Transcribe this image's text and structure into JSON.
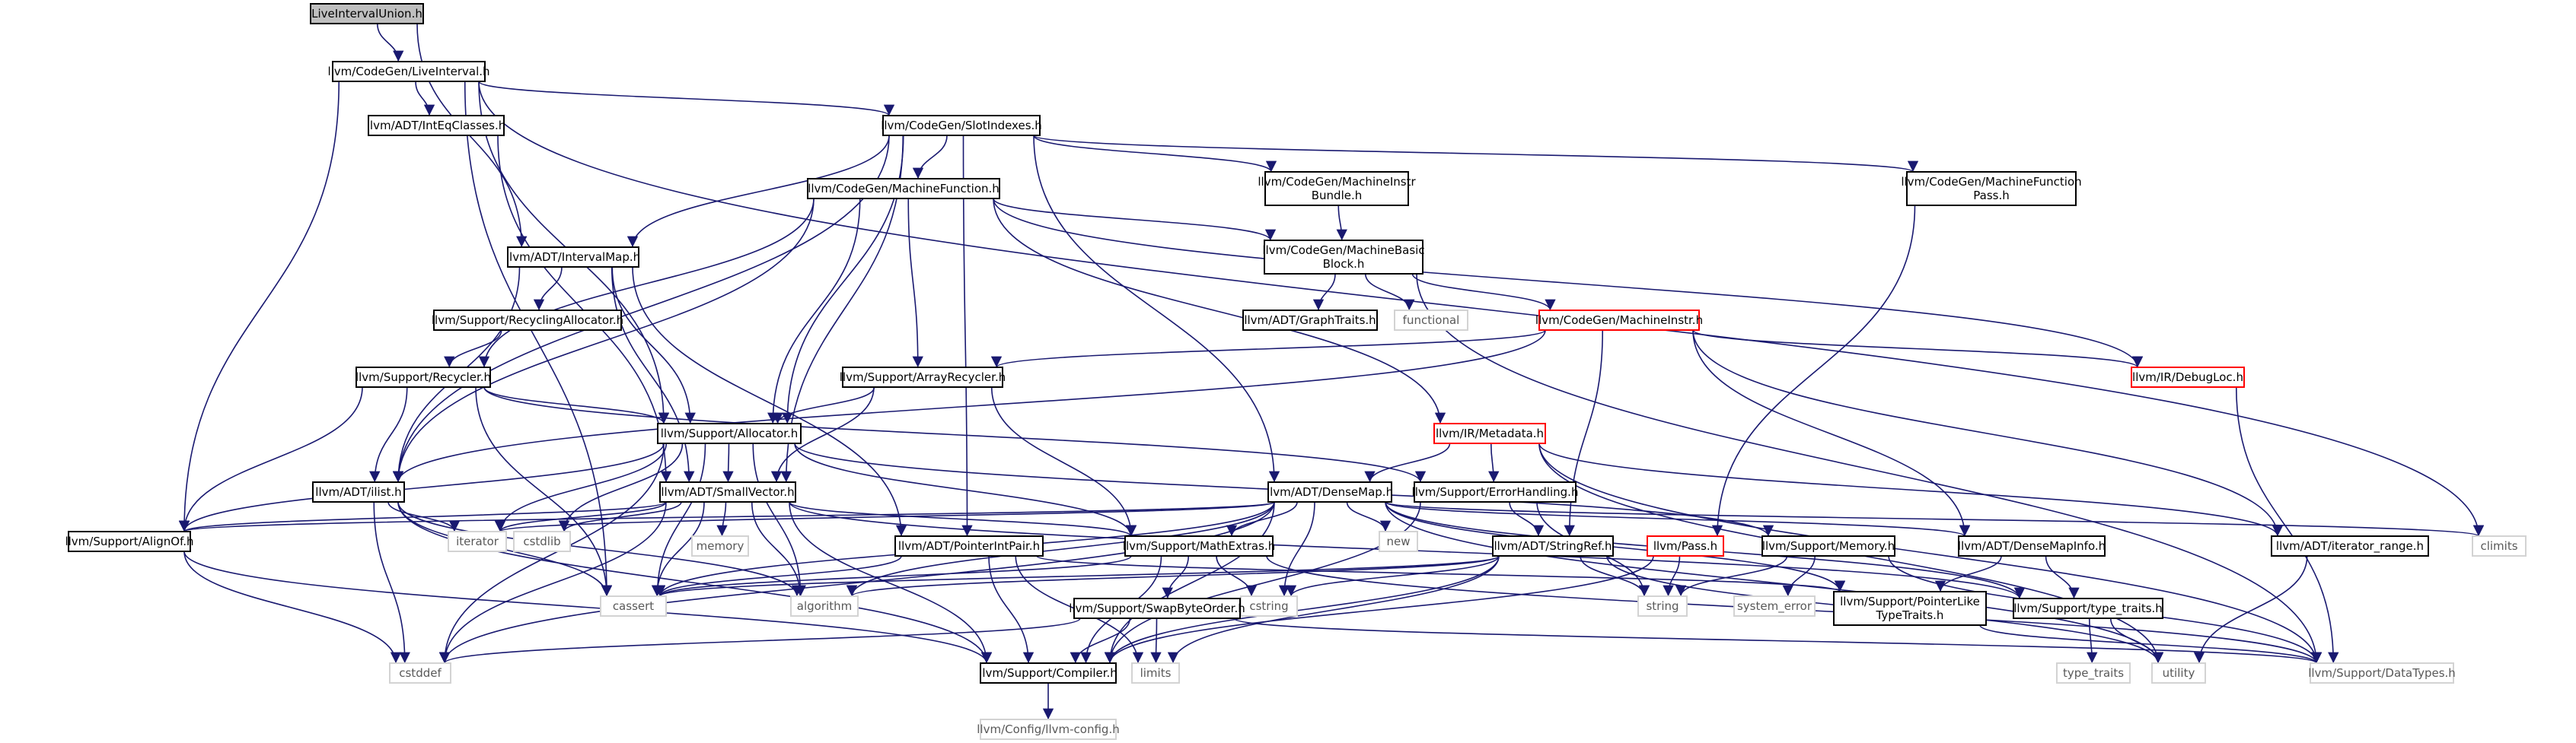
{
  "colors": {
    "edge": "#191970",
    "border_normal": "#000000",
    "border_missing": "#d3d3d3",
    "border_truncated": "#ff0000",
    "fill_root": "#bfbfbf",
    "fill_normal": "#ffffff",
    "text_normal": "#000000",
    "text_missing": "#595959"
  },
  "nodes": [
    {
      "id": "root",
      "label": [
        "LiveIntervalUnion.h"
      ],
      "style": "root"
    },
    {
      "id": "liveinterval",
      "label": [
        "llvm/CodeGen/LiveInterval.h"
      ],
      "style": "normal"
    },
    {
      "id": "inteqclasses",
      "label": [
        "llvm/ADT/IntEqClasses.h"
      ],
      "style": "normal"
    },
    {
      "id": "slotindexes",
      "label": [
        "llvm/CodeGen/SlotIndexes.h"
      ],
      "style": "normal"
    },
    {
      "id": "machinefunction",
      "label": [
        "llvm/CodeGen/MachineFunction.h"
      ],
      "style": "normal"
    },
    {
      "id": "machineinstrbundle",
      "label": [
        "llvm/CodeGen/MachineInstr",
        "Bundle.h"
      ],
      "style": "normal"
    },
    {
      "id": "mfpass",
      "label": [
        "llvm/CodeGen/MachineFunction",
        "Pass.h"
      ],
      "style": "normal"
    },
    {
      "id": "intervalmap",
      "label": [
        "llvm/ADT/IntervalMap.h"
      ],
      "style": "normal"
    },
    {
      "id": "machinebasicblock",
      "label": [
        "llvm/CodeGen/MachineBasic",
        "Block.h"
      ],
      "style": "normal"
    },
    {
      "id": "recyclingallocator",
      "label": [
        "llvm/Support/RecyclingAllocator.h"
      ],
      "style": "normal"
    },
    {
      "id": "graphtraits",
      "label": [
        "llvm/ADT/GraphTraits.h"
      ],
      "style": "normal"
    },
    {
      "id": "functional",
      "label": [
        "functional"
      ],
      "style": "missing"
    },
    {
      "id": "machineinstr",
      "label": [
        "llvm/CodeGen/MachineInstr.h"
      ],
      "style": "truncated"
    },
    {
      "id": "recycler",
      "label": [
        "llvm/Support/Recycler.h"
      ],
      "style": "normal"
    },
    {
      "id": "arrayrecycler",
      "label": [
        "llvm/Support/ArrayRecycler.h"
      ],
      "style": "normal"
    },
    {
      "id": "debugloc",
      "label": [
        "llvm/IR/DebugLoc.h"
      ],
      "style": "truncated"
    },
    {
      "id": "allocator",
      "label": [
        "llvm/Support/Allocator.h"
      ],
      "style": "normal"
    },
    {
      "id": "metadata",
      "label": [
        "llvm/IR/Metadata.h"
      ],
      "style": "truncated"
    },
    {
      "id": "ilist",
      "label": [
        "llvm/ADT/ilist.h"
      ],
      "style": "normal"
    },
    {
      "id": "smallvector",
      "label": [
        "llvm/ADT/SmallVector.h"
      ],
      "style": "normal"
    },
    {
      "id": "densemap",
      "label": [
        "llvm/ADT/DenseMap.h"
      ],
      "style": "normal"
    },
    {
      "id": "errorhandling",
      "label": [
        "llvm/Support/ErrorHandling.h"
      ],
      "style": "normal"
    },
    {
      "id": "alignof",
      "label": [
        "llvm/Support/AlignOf.h"
      ],
      "style": "normal"
    },
    {
      "id": "iterator",
      "label": [
        "iterator"
      ],
      "style": "missing"
    },
    {
      "id": "cstdlib",
      "label": [
        "cstdlib"
      ],
      "style": "missing"
    },
    {
      "id": "memory",
      "label": [
        "memory"
      ],
      "style": "missing"
    },
    {
      "id": "pointerintpair",
      "label": [
        "llvm/ADT/PointerIntPair.h"
      ],
      "style": "normal"
    },
    {
      "id": "mathextras",
      "label": [
        "llvm/Support/MathExtras.h"
      ],
      "style": "normal"
    },
    {
      "id": "new",
      "label": [
        "new"
      ],
      "style": "missing"
    },
    {
      "id": "stringref",
      "label": [
        "llvm/ADT/StringRef.h"
      ],
      "style": "normal"
    },
    {
      "id": "pass",
      "label": [
        "llvm/Pass.h"
      ],
      "style": "truncated"
    },
    {
      "id": "supportmemory",
      "label": [
        "llvm/Support/Memory.h"
      ],
      "style": "normal"
    },
    {
      "id": "densemapinfo",
      "label": [
        "llvm/ADT/DenseMapInfo.h"
      ],
      "style": "normal"
    },
    {
      "id": "iteratorrange",
      "label": [
        "llvm/ADT/iterator_range.h"
      ],
      "style": "normal"
    },
    {
      "id": "climits",
      "label": [
        "climits"
      ],
      "style": "missing"
    },
    {
      "id": "cassert",
      "label": [
        "cassert"
      ],
      "style": "missing"
    },
    {
      "id": "algorithm",
      "label": [
        "algorithm"
      ],
      "style": "missing"
    },
    {
      "id": "cstring",
      "label": [
        "cstring"
      ],
      "style": "missing"
    },
    {
      "id": "string",
      "label": [
        "string"
      ],
      "style": "missing"
    },
    {
      "id": "systemerror",
      "label": [
        "system_error"
      ],
      "style": "missing"
    },
    {
      "id": "pointerliketypetraits",
      "label": [
        "llvm/Support/PointerLike",
        "TypeTraits.h"
      ],
      "style": "normal"
    },
    {
      "id": "typetraitsh",
      "label": [
        "llvm/Support/type_traits.h"
      ],
      "style": "normal"
    },
    {
      "id": "swapbyteorder",
      "label": [
        "llvm/Support/SwapByteOrder.h"
      ],
      "style": "normal"
    },
    {
      "id": "cstddef",
      "label": [
        "cstddef"
      ],
      "style": "missing"
    },
    {
      "id": "compiler",
      "label": [
        "llvm/Support/Compiler.h"
      ],
      "style": "normal"
    },
    {
      "id": "limits",
      "label": [
        "limits"
      ],
      "style": "missing"
    },
    {
      "id": "typetraits",
      "label": [
        "type_traits"
      ],
      "style": "missing"
    },
    {
      "id": "utility",
      "label": [
        "utility"
      ],
      "style": "missing"
    },
    {
      "id": "datatypes",
      "label": [
        "llvm/Support/DataTypes.h"
      ],
      "style": "missing"
    },
    {
      "id": "llvmconfig",
      "label": [
        "llvm/Config/llvm-config.h"
      ],
      "style": "missing"
    }
  ],
  "edges": [
    [
      "root",
      "liveinterval"
    ],
    [
      "root",
      "intervalmap"
    ],
    [
      "liveinterval",
      "inteqclasses"
    ],
    [
      "liveinterval",
      "slotindexes"
    ],
    [
      "liveinterval",
      "allocator"
    ],
    [
      "liveinterval",
      "alignof"
    ],
    [
      "liveinterval",
      "cassert"
    ],
    [
      "liveinterval",
      "climits"
    ],
    [
      "inteqclasses",
      "smallvector"
    ],
    [
      "slotindexes",
      "machinefunction"
    ],
    [
      "slotindexes",
      "machineinstrbundle"
    ],
    [
      "slotindexes",
      "mfpass"
    ],
    [
      "slotindexes",
      "intervalmap"
    ],
    [
      "slotindexes",
      "densemap"
    ],
    [
      "slotindexes",
      "allocator"
    ],
    [
      "slotindexes",
      "smallvector"
    ],
    [
      "slotindexes",
      "pointerintpair"
    ],
    [
      "slotindexes",
      "ilist"
    ],
    [
      "machinefunction",
      "machinebasicblock"
    ],
    [
      "machinefunction",
      "arrayrecycler"
    ],
    [
      "machinefunction",
      "recycler"
    ],
    [
      "machinefunction",
      "allocator"
    ],
    [
      "machinefunction",
      "ilist"
    ],
    [
      "machinefunction",
      "metadata"
    ],
    [
      "machinefunction",
      "debugloc"
    ],
    [
      "machineinstrbundle",
      "machinebasicblock"
    ],
    [
      "mfpass",
      "pass"
    ],
    [
      "intervalmap",
      "recyclingallocator"
    ],
    [
      "intervalmap",
      "allocator"
    ],
    [
      "intervalmap",
      "smallvector"
    ],
    [
      "intervalmap",
      "pointerintpair"
    ],
    [
      "intervalmap",
      "ilist"
    ],
    [
      "machinebasicblock",
      "graphtraits"
    ],
    [
      "machinebasicblock",
      "functional"
    ],
    [
      "machinebasicblock",
      "machineinstr"
    ],
    [
      "machinebasicblock",
      "datatypes"
    ],
    [
      "recyclingallocator",
      "recycler"
    ],
    [
      "machineinstr",
      "arrayrecycler"
    ],
    [
      "machineinstr",
      "debugloc"
    ],
    [
      "machineinstr",
      "stringref"
    ],
    [
      "machineinstr",
      "ilist"
    ],
    [
      "machineinstr",
      "densemapinfo"
    ],
    [
      "machineinstr",
      "iteratorrange"
    ],
    [
      "recycler",
      "allocator"
    ],
    [
      "recycler",
      "ilist"
    ],
    [
      "recycler",
      "alignof"
    ],
    [
      "recycler",
      "errorhandling"
    ],
    [
      "recycler",
      "cassert"
    ],
    [
      "arrayrecycler",
      "allocator"
    ],
    [
      "arrayrecycler",
      "smallvector"
    ],
    [
      "arrayrecycler",
      "mathextras"
    ],
    [
      "debugloc",
      "datatypes"
    ],
    [
      "allocator",
      "smallvector"
    ],
    [
      "allocator",
      "alignof"
    ],
    [
      "allocator",
      "mathextras"
    ],
    [
      "allocator",
      "supportmemory"
    ],
    [
      "allocator",
      "cassert"
    ],
    [
      "allocator",
      "cstddef"
    ],
    [
      "allocator",
      "cstdlib"
    ],
    [
      "allocator",
      "algorithm"
    ],
    [
      "allocator",
      "iterator"
    ],
    [
      "metadata",
      "densemap"
    ],
    [
      "metadata",
      "errorhandling"
    ],
    [
      "metadata",
      "iteratorrange"
    ],
    [
      "metadata",
      "datatypes"
    ],
    [
      "metadata",
      "utility"
    ],
    [
      "ilist",
      "iterator"
    ],
    [
      "ilist",
      "cassert"
    ],
    [
      "ilist",
      "cstddef"
    ],
    [
      "ilist",
      "algorithm"
    ],
    [
      "ilist",
      "compiler"
    ],
    [
      "smallvector",
      "alignof"
    ],
    [
      "smallvector",
      "mathextras"
    ],
    [
      "smallvector",
      "typetraitsh"
    ],
    [
      "smallvector",
      "memory"
    ],
    [
      "smallvector",
      "cstdlib"
    ],
    [
      "smallvector",
      "cstddef"
    ],
    [
      "smallvector",
      "iterator"
    ],
    [
      "smallvector",
      "algorithm"
    ],
    [
      "smallvector",
      "cassert"
    ],
    [
      "smallvector",
      "compiler"
    ],
    [
      "densemap",
      "mathextras"
    ],
    [
      "densemap",
      "densemapinfo"
    ],
    [
      "densemap",
      "alignof"
    ],
    [
      "densemap",
      "pointerliketypetraits"
    ],
    [
      "densemap",
      "typetraitsh"
    ],
    [
      "densemap",
      "iterator"
    ],
    [
      "densemap",
      "new"
    ],
    [
      "densemap",
      "cstring"
    ],
    [
      "densemap",
      "cassert"
    ],
    [
      "densemap",
      "algorithm"
    ],
    [
      "densemap",
      "cstddef"
    ],
    [
      "densemap",
      "compiler"
    ],
    [
      "densemap",
      "utility"
    ],
    [
      "densemap",
      "climits"
    ],
    [
      "errorhandling",
      "stringref"
    ],
    [
      "errorhandling",
      "compiler"
    ],
    [
      "errorhandling",
      "string"
    ],
    [
      "alignof",
      "compiler"
    ],
    [
      "alignof",
      "cstddef"
    ],
    [
      "pointerintpair",
      "pointerliketypetraits"
    ],
    [
      "pointerintpair",
      "compiler"
    ],
    [
      "pointerintpair",
      "cassert"
    ],
    [
      "pointerintpair",
      "limits"
    ],
    [
      "mathextras",
      "swapbyteorder"
    ],
    [
      "mathextras",
      "compiler"
    ],
    [
      "mathextras",
      "cassert"
    ],
    [
      "mathextras",
      "cstring"
    ],
    [
      "mathextras",
      "datatypes"
    ],
    [
      "stringref",
      "compiler"
    ],
    [
      "stringref",
      "algorithm"
    ],
    [
      "stringref",
      "cassert"
    ],
    [
      "stringref",
      "cstring"
    ],
    [
      "stringref",
      "limits"
    ],
    [
      "stringref",
      "string"
    ],
    [
      "stringref",
      "utility"
    ],
    [
      "pass",
      "string"
    ],
    [
      "pass",
      "compiler"
    ],
    [
      "supportmemory",
      "datatypes"
    ],
    [
      "supportmemory",
      "string"
    ],
    [
      "supportmemory",
      "systemerror"
    ],
    [
      "densemapinfo",
      "pointerliketypetraits"
    ],
    [
      "densemapinfo",
      "typetraitsh"
    ],
    [
      "iteratorrange",
      "utility"
    ],
    [
      "pointerliketypetraits",
      "datatypes"
    ],
    [
      "typetraitsh",
      "typetraits"
    ],
    [
      "typetraitsh",
      "utility"
    ],
    [
      "swapbyteorder",
      "compiler"
    ],
    [
      "swapbyteorder",
      "datatypes"
    ],
    [
      "swapbyteorder",
      "cstddef"
    ],
    [
      "swapbyteorder",
      "limits"
    ],
    [
      "compiler",
      "llvmconfig"
    ]
  ]
}
